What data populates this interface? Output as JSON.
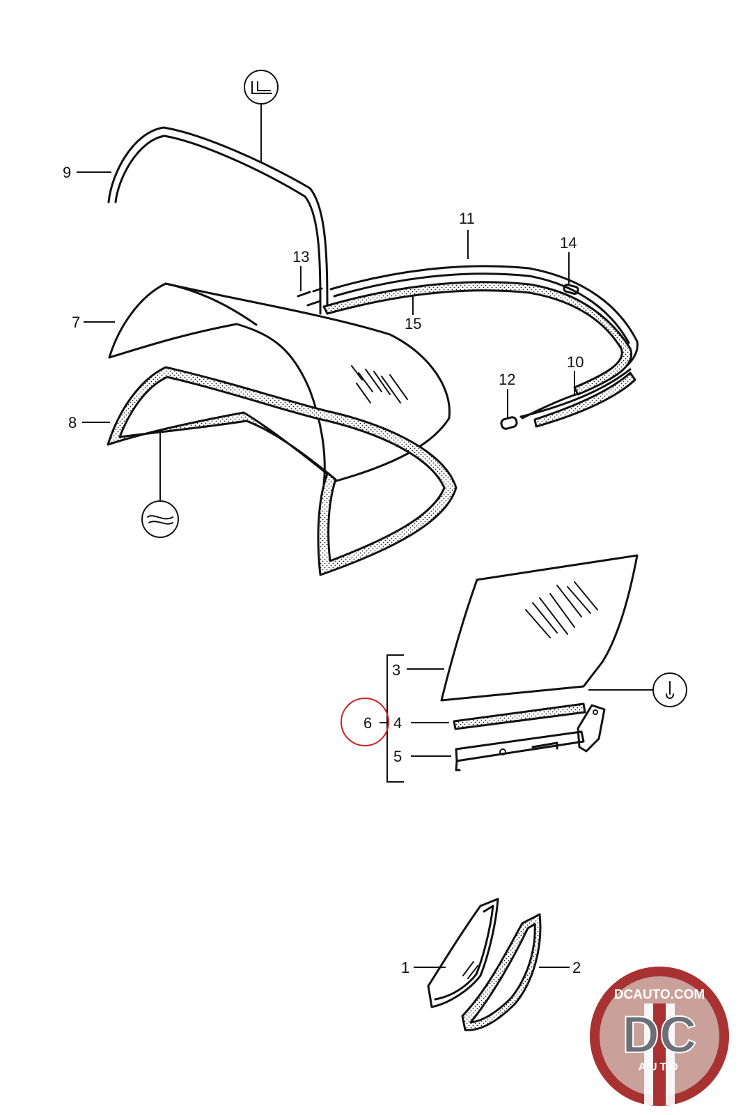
{
  "callouts": [
    {
      "id": "1",
      "label": "1"
    },
    {
      "id": "2",
      "label": "2"
    },
    {
      "id": "3",
      "label": "3"
    },
    {
      "id": "4",
      "label": "4"
    },
    {
      "id": "5",
      "label": "5"
    },
    {
      "id": "6",
      "label": "6"
    },
    {
      "id": "7",
      "label": "7"
    },
    {
      "id": "8",
      "label": "8"
    },
    {
      "id": "9",
      "label": "9"
    },
    {
      "id": "10",
      "label": "10"
    },
    {
      "id": "11",
      "label": "11"
    },
    {
      "id": "12",
      "label": "12"
    },
    {
      "id": "13",
      "label": "13"
    },
    {
      "id": "14",
      "label": "14"
    },
    {
      "id": "15",
      "label": "15"
    }
  ],
  "highlight": {
    "callout": "6",
    "color": "#cc2222"
  },
  "logo": {
    "site": "DCAUTO.COM",
    "mark": "DC",
    "word": "AUTO",
    "colors": {
      "ring": "#a83232",
      "inner": "#c9a19a",
      "letters": "#6b7078"
    }
  }
}
